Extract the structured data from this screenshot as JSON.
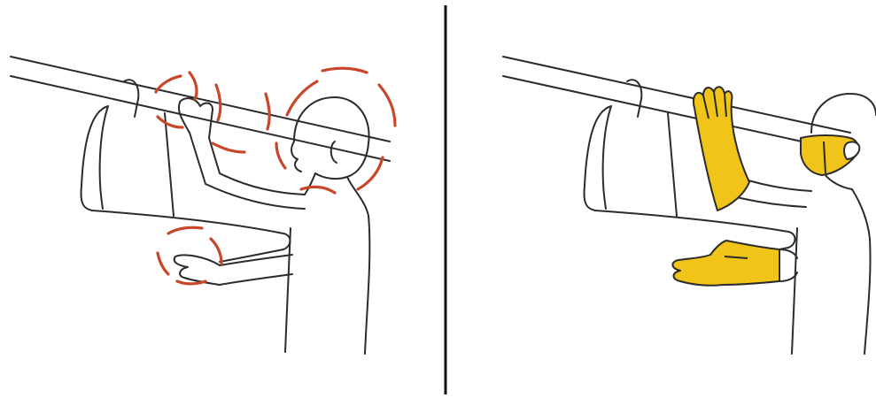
{
  "colors": {
    "background": "#ffffff",
    "line_art": "#2b2b2b",
    "hazard_marks": "#c8472a",
    "ppe": "#f0c419",
    "divider": "#111111"
  },
  "panels": [
    {
      "name": "without-ppe",
      "shows": [
        "pipe",
        "pipe-insulation",
        "worker"
      ],
      "hazard_zones": [
        "hands",
        "face",
        "neck",
        "forearm"
      ]
    },
    {
      "name": "with-ppe",
      "shows": [
        "pipe",
        "pipe-insulation",
        "worker",
        "gloves",
        "face-mask"
      ]
    }
  ]
}
